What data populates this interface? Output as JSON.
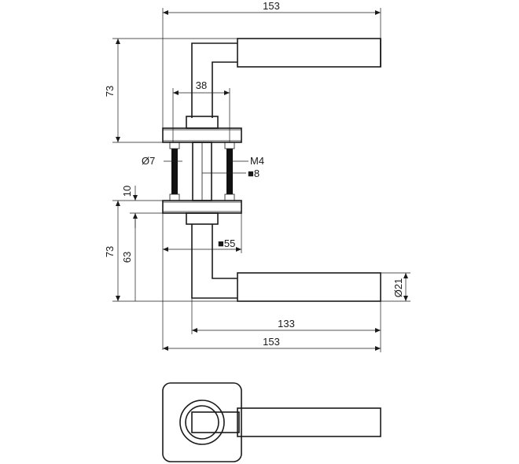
{
  "dimensions": {
    "top_width": "153",
    "upper_height": "73",
    "rose_span": "38",
    "hole_diameter": "Ø7",
    "screw_thread": "M4",
    "spindle": "■8",
    "rose_thickness": "10",
    "lower_height": "73",
    "lower_height_inner": "63",
    "spindle_length": "■55",
    "grip_diameter": "Ø21",
    "lever_length": "133",
    "bottom_width": "153"
  },
  "colors": {
    "line": "#1a1a1a",
    "background": "#ffffff",
    "screw_fill": "#111111"
  }
}
